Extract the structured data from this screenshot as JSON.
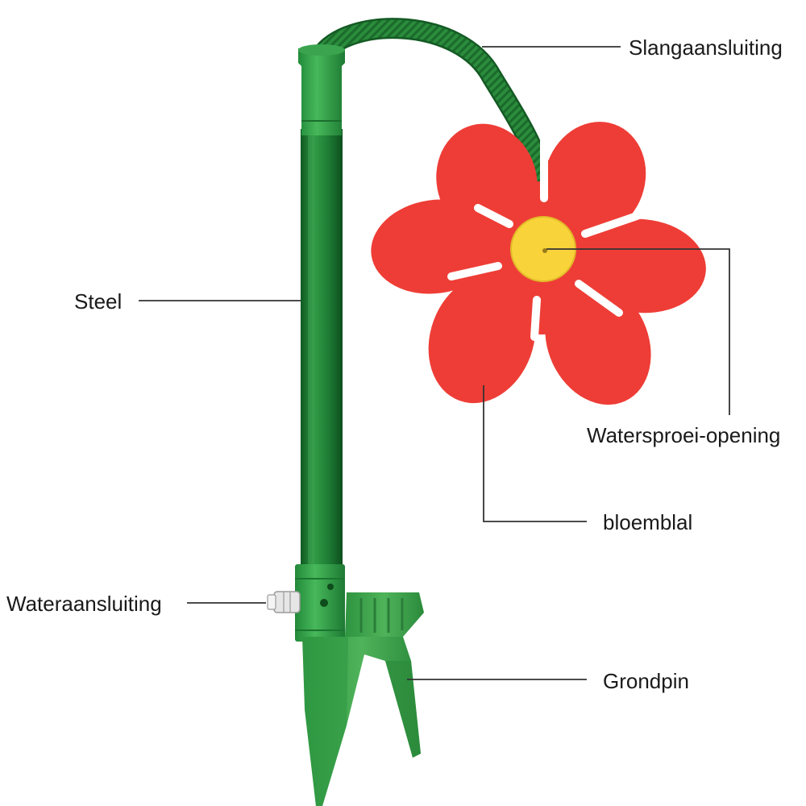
{
  "labels": {
    "hose_connection": "Slangaansluiting",
    "stem": "Steel",
    "spray_opening": "Watersproei-opening",
    "petal": "bloemblal",
    "water_connection": "Wateraansluiting",
    "ground_pin": "Grondpin"
  },
  "colors": {
    "petal_red": "#ee3d36",
    "center_yellow": "#f8d33a",
    "stem_green": "#24883a",
    "stem_dark_green": "#146a2a",
    "hose_green": "#2d8f3f",
    "pin_green": "#3fa34a",
    "leader_line": "#333333",
    "label_text": "#1a1a1a"
  },
  "icons": {
    "connector": "quick-connector-icon"
  }
}
